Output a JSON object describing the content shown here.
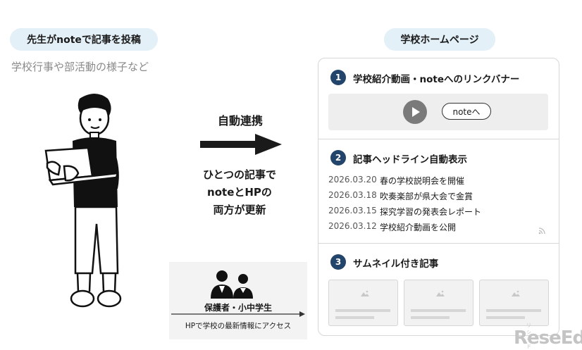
{
  "left": {
    "heading": "先生がnoteで記事を投稿",
    "subheading": "学校行事や部活動の様子など"
  },
  "center": {
    "sync_label": "自動連携",
    "description_lines": [
      "ひとつの記事で",
      "noteとHPの",
      "両方が更新"
    ]
  },
  "audience": {
    "label": "保護者・小中学生",
    "description": "HPで学校の最新情報にアクセス"
  },
  "homepage": {
    "heading": "学校ホームページ",
    "sections": [
      {
        "number": "1",
        "title": "学校紹介動画・noteへのリンクバナー",
        "play_icon": "play-icon",
        "note_button_label": "noteへ"
      },
      {
        "number": "2",
        "title": "記事ヘッドライン自動表示",
        "news": [
          {
            "date": "2026.03.20",
            "title": "春の学校説明会を開催"
          },
          {
            "date": "2026.03.18",
            "title": "吹奏楽部が県大会で金賞"
          },
          {
            "date": "2026.03.15",
            "title": "探究学習の発表会レポート"
          },
          {
            "date": "2026.03.12",
            "title": "学校紹介動画を公開"
          }
        ],
        "feed_icon": "rss-icon"
      },
      {
        "number": "3",
        "title": "サムネイル付き記事",
        "thumbnails": [
          "image-placeholder-icon",
          "image-placeholder-icon",
          "image-placeholder-icon"
        ]
      }
    ]
  },
  "watermark": {
    "text": "ReseEd",
    "ruby": "リシード"
  },
  "colors": {
    "pill_bg": "#e3f0f8",
    "badge": "#23456b",
    "arrow": "#1a1a1a"
  }
}
